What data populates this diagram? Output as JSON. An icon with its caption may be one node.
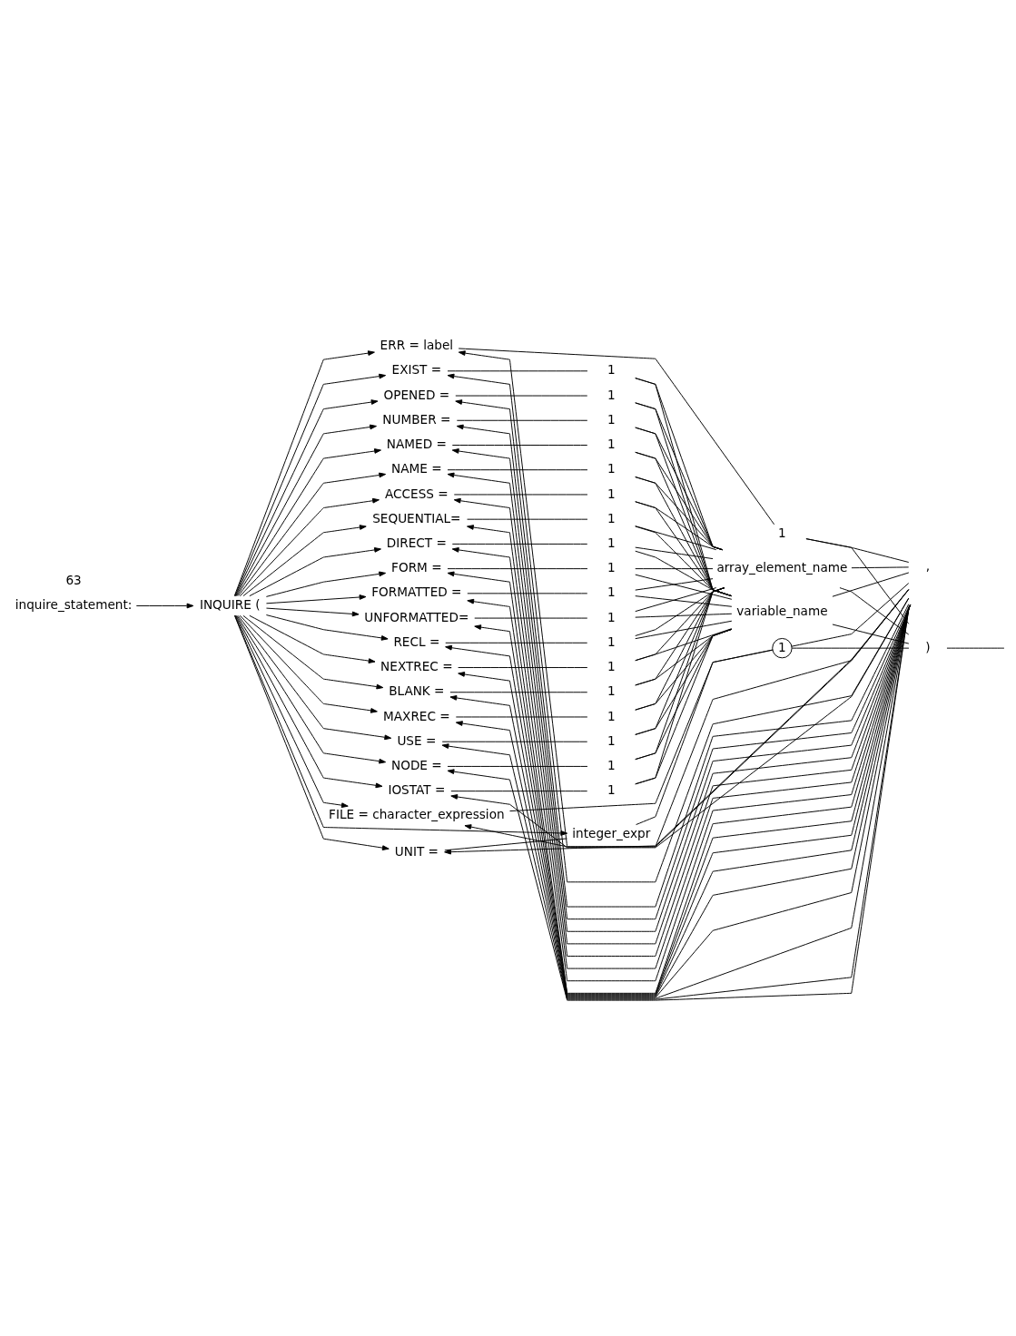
{
  "diagram": {
    "nodes": [
      {
        "text": [
          "inquire_statement:"
        ]
      },
      {
        "text": [
          "INQUIRE ("
        ]
      },
      {
        "text": [
          "UNIT ="
        ]
      },
      {
        "text": [
          "integer_expr"
        ]
      },
      {
        "text": [
          "FILE = character_expression"
        ]
      },
      {
        "text": [
          "1"
        ]
      },
      {
        "text": [
          "ERR = label"
        ]
      },
      {
        "text": [
          "1"
        ]
      },
      {
        "text": [
          "IOSTAT ="
        ]
      },
      {
        "text": [
          "1"
        ]
      },
      {
        "text": [
          "EXIST ="
        ]
      },
      {
        "text": [
          "1"
        ]
      },
      {
        "text": [
          "OPENED ="
        ]
      },
      {
        "text": [
          "1"
        ]
      },
      {
        "text": [
          "NUMBER ="
        ]
      },
      {
        "text": [
          "1"
        ]
      },
      {
        "text": [
          "NAMED ="
        ]
      },
      {
        "text": [
          "1"
        ]
      },
      {
        "text": [
          "NAME ="
        ]
      },
      {
        "text": [
          "1"
        ]
      },
      {
        "text": [
          "ACCESS ="
        ]
      },
      {
        "text": [
          "1"
        ]
      },
      {
        "text": [
          "SEQUENTIAL="
        ]
      },
      {
        "text": [
          "1"
        ]
      },
      {
        "text": [
          "DIRECT ="
        ]
      },
      {
        "text": [
          "1"
        ]
      },
      {
        "text": [
          "FORM ="
        ]
      },
      {
        "text": [
          "1"
        ]
      },
      {
        "text": [
          "FORMATTED ="
        ]
      },
      {
        "text": [
          "1"
        ]
      },
      {
        "text": [
          "UNFORMATTED="
        ]
      },
      {
        "text": [
          "1"
        ]
      },
      {
        "text": [
          "RECL ="
        ]
      },
      {
        "text": [
          "1"
        ]
      },
      {
        "text": [
          "NEXTREC ="
        ]
      },
      {
        "text": [
          "1"
        ]
      },
      {
        "text": [
          "BLANK ="
        ]
      },
      {
        "text": [
          "1"
        ]
      },
      {
        "text": [
          "MAXREC ="
        ]
      },
      {
        "text": [
          "1"
        ]
      },
      {
        "text": [
          "USE ="
        ]
      },
      {
        "text": [
          "1"
        ]
      },
      {
        "text": [
          "NODE ="
        ]
      },
      {
        "text": [
          "1"
        ]
      },
      {
        "text": [
          "variable_name"
        ]
      },
      {
        "text": [
          "array_element_name"
        ]
      },
      {
        "text": [
          ","
        ]
      },
      {
        "text": [
          ")"
        ]
      }
    ],
    "edges": [
      {
        "from": 0,
        "to": 1,
        "arrow": "to"
      },
      {
        "from": 1,
        "to": 2,
        "arrow": "to"
      },
      {
        "from": 1,
        "to": 4,
        "arrow": "to"
      },
      {
        "from": 1,
        "to": 6,
        "arrow": "to"
      },
      {
        "from": 1,
        "to": 8,
        "arrow": "to"
      },
      {
        "from": 1,
        "to": 10,
        "arrow": "to"
      },
      {
        "from": 1,
        "to": 12,
        "arrow": "to"
      },
      {
        "from": 1,
        "to": 14,
        "arrow": "to"
      },
      {
        "from": 1,
        "to": 16,
        "arrow": "to"
      },
      {
        "from": 1,
        "to": 18,
        "arrow": "to"
      },
      {
        "from": 1,
        "to": 20,
        "arrow": "to"
      },
      {
        "from": 1,
        "to": 22,
        "arrow": "to"
      },
      {
        "from": 1,
        "to": 24,
        "arrow": "to"
      },
      {
        "from": 1,
        "to": 26,
        "arrow": "to"
      },
      {
        "from": 1,
        "to": 28,
        "arrow": "to"
      },
      {
        "from": 1,
        "to": 30,
        "arrow": "to"
      },
      {
        "from": 1,
        "to": 32,
        "arrow": "to"
      },
      {
        "from": 1,
        "to": 34,
        "arrow": "to"
      },
      {
        "from": 1,
        "to": 36,
        "arrow": "to"
      },
      {
        "from": 1,
        "to": 38,
        "arrow": "to"
      },
      {
        "from": 1,
        "to": 40,
        "arrow": "to"
      },
      {
        "from": 1,
        "to": 42,
        "arrow": "to"
      },
      {
        "from": 1,
        "to": 3,
        "arrow": "to"
      },
      {
        "from": 2,
        "to": 3,
        "arrow": "none"
      },
      {
        "from": 3,
        "to": 5,
        "arrow": "none"
      },
      {
        "from": 4,
        "to": 5,
        "arrow": "none"
      },
      {
        "from": 6,
        "to": 7,
        "arrow": "none"
      },
      {
        "from": 8,
        "to": 9,
        "arrow": "none"
      },
      {
        "from": 10,
        "to": 11,
        "arrow": "none"
      },
      {
        "from": 12,
        "to": 13,
        "arrow": "none"
      },
      {
        "from": 14,
        "to": 15,
        "arrow": "none"
      },
      {
        "from": 16,
        "to": 17,
        "arrow": "none"
      },
      {
        "from": 18,
        "to": 19,
        "arrow": "none"
      },
      {
        "from": 20,
        "to": 21,
        "arrow": "none"
      },
      {
        "from": 22,
        "to": 23,
        "arrow": "none"
      },
      {
        "from": 24,
        "to": 25,
        "arrow": "none"
      },
      {
        "from": 26,
        "to": 27,
        "arrow": "none"
      },
      {
        "from": 28,
        "to": 29,
        "arrow": "none"
      },
      {
        "from": 30,
        "to": 31,
        "arrow": "none"
      },
      {
        "from": 32,
        "to": 33,
        "arrow": "none"
      },
      {
        "from": 34,
        "to": 35,
        "arrow": "none"
      },
      {
        "from": 36,
        "to": 37,
        "arrow": "none"
      },
      {
        "from": 38,
        "to": 39,
        "arrow": "none"
      },
      {
        "from": 40,
        "to": 41,
        "arrow": "none"
      },
      {
        "from": 42,
        "to": 43,
        "arrow": "none"
      },
      {
        "from": 9,
        "to": 44,
        "arrow": "none"
      },
      {
        "from": 9,
        "to": 45,
        "arrow": "none"
      },
      {
        "from": 11,
        "to": 44,
        "arrow": "none"
      },
      {
        "from": 11,
        "to": 45,
        "arrow": "none"
      },
      {
        "from": 13,
        "to": 44,
        "arrow": "none"
      },
      {
        "from": 13,
        "to": 45,
        "arrow": "none"
      },
      {
        "from": 15,
        "to": 44,
        "arrow": "none"
      },
      {
        "from": 15,
        "to": 45,
        "arrow": "none"
      },
      {
        "from": 17,
        "to": 44,
        "arrow": "none"
      },
      {
        "from": 17,
        "to": 45,
        "arrow": "none"
      },
      {
        "from": 19,
        "to": 44,
        "arrow": "none"
      },
      {
        "from": 19,
        "to": 45,
        "arrow": "none"
      },
      {
        "from": 21,
        "to": 44,
        "arrow": "none"
      },
      {
        "from": 21,
        "to": 45,
        "arrow": "none"
      },
      {
        "from": 23,
        "to": 44,
        "arrow": "none"
      },
      {
        "from": 23,
        "to": 45,
        "arrow": "none"
      },
      {
        "from": 25,
        "to": 44,
        "arrow": "none"
      },
      {
        "from": 25,
        "to": 45,
        "arrow": "none"
      },
      {
        "from": 27,
        "to": 44,
        "arrow": "none"
      },
      {
        "from": 27,
        "to": 45,
        "arrow": "none"
      },
      {
        "from": 29,
        "to": 44,
        "arrow": "none"
      },
      {
        "from": 29,
        "to": 45,
        "arrow": "none"
      },
      {
        "from": 31,
        "to": 44,
        "arrow": "none"
      },
      {
        "from": 31,
        "to": 45,
        "arrow": "none"
      },
      {
        "from": 33,
        "to": 44,
        "arrow": "none"
      },
      {
        "from": 33,
        "to": 45,
        "arrow": "none"
      },
      {
        "from": 35,
        "to": 44,
        "arrow": "none"
      },
      {
        "from": 35,
        "to": 45,
        "arrow": "none"
      },
      {
        "from": 37,
        "to": 44,
        "arrow": "none"
      },
      {
        "from": 37,
        "to": 45,
        "arrow": "none"
      },
      {
        "from": 39,
        "to": 44,
        "arrow": "none"
      },
      {
        "from": 39,
        "to": 45,
        "arrow": "none"
      },
      {
        "from": 41,
        "to": 44,
        "arrow": "none"
      },
      {
        "from": 41,
        "to": 45,
        "arrow": "none"
      },
      {
        "from": 43,
        "to": 44,
        "arrow": "none"
      },
      {
        "from": 43,
        "to": 45,
        "arrow": "none"
      },
      {
        "from": 5,
        "to": 47,
        "arrow": "none"
      },
      {
        "from": 5,
        "to": 46,
        "arrow": "none"
      },
      {
        "from": 7,
        "to": 47,
        "arrow": "none"
      },
      {
        "from": 7,
        "to": 46,
        "arrow": "none"
      },
      {
        "from": 44,
        "to": 47,
        "arrow": "none"
      },
      {
        "from": 44,
        "to": 46,
        "arrow": "none"
      },
      {
        "from": 45,
        "to": 47,
        "arrow": "none"
      },
      {
        "from": 45,
        "to": 46,
        "arrow": "none"
      },
      {
        "from": 47,
        "to": null,
        "arrow": "none"
      },
      {
        "from": 46,
        "to": 2,
        "arrow": "to"
      },
      {
        "from": 46,
        "to": 4,
        "arrow": "to"
      },
      {
        "from": 46,
        "to": 6,
        "arrow": "to"
      },
      {
        "from": 46,
        "to": 8,
        "arrow": "to"
      },
      {
        "from": 46,
        "to": 10,
        "arrow": "to"
      },
      {
        "from": 46,
        "to": 12,
        "arrow": "to"
      },
      {
        "from": 46,
        "to": 14,
        "arrow": "to"
      },
      {
        "from": 46,
        "to": 16,
        "arrow": "to"
      },
      {
        "from": 46,
        "to": 18,
        "arrow": "to"
      },
      {
        "from": 46,
        "to": 20,
        "arrow": "to"
      },
      {
        "from": 46,
        "to": 22,
        "arrow": "to"
      },
      {
        "from": 46,
        "to": 24,
        "arrow": "to"
      },
      {
        "from": 46,
        "to": 26,
        "arrow": "to"
      },
      {
        "from": 46,
        "to": 28,
        "arrow": "to"
      },
      {
        "from": 46,
        "to": 30,
        "arrow": "to"
      },
      {
        "from": 46,
        "to": 32,
        "arrow": "to"
      },
      {
        "from": 46,
        "to": 34,
        "arrow": "to"
      },
      {
        "from": 46,
        "to": 36,
        "arrow": "to"
      },
      {
        "from": 46,
        "to": 38,
        "arrow": "to"
      },
      {
        "from": 46,
        "to": 40,
        "arrow": "to"
      },
      {
        "from": 46,
        "to": 42,
        "arrow": "to"
      }
    ],
    "labels": [
      "63"
    ]
  }
}
